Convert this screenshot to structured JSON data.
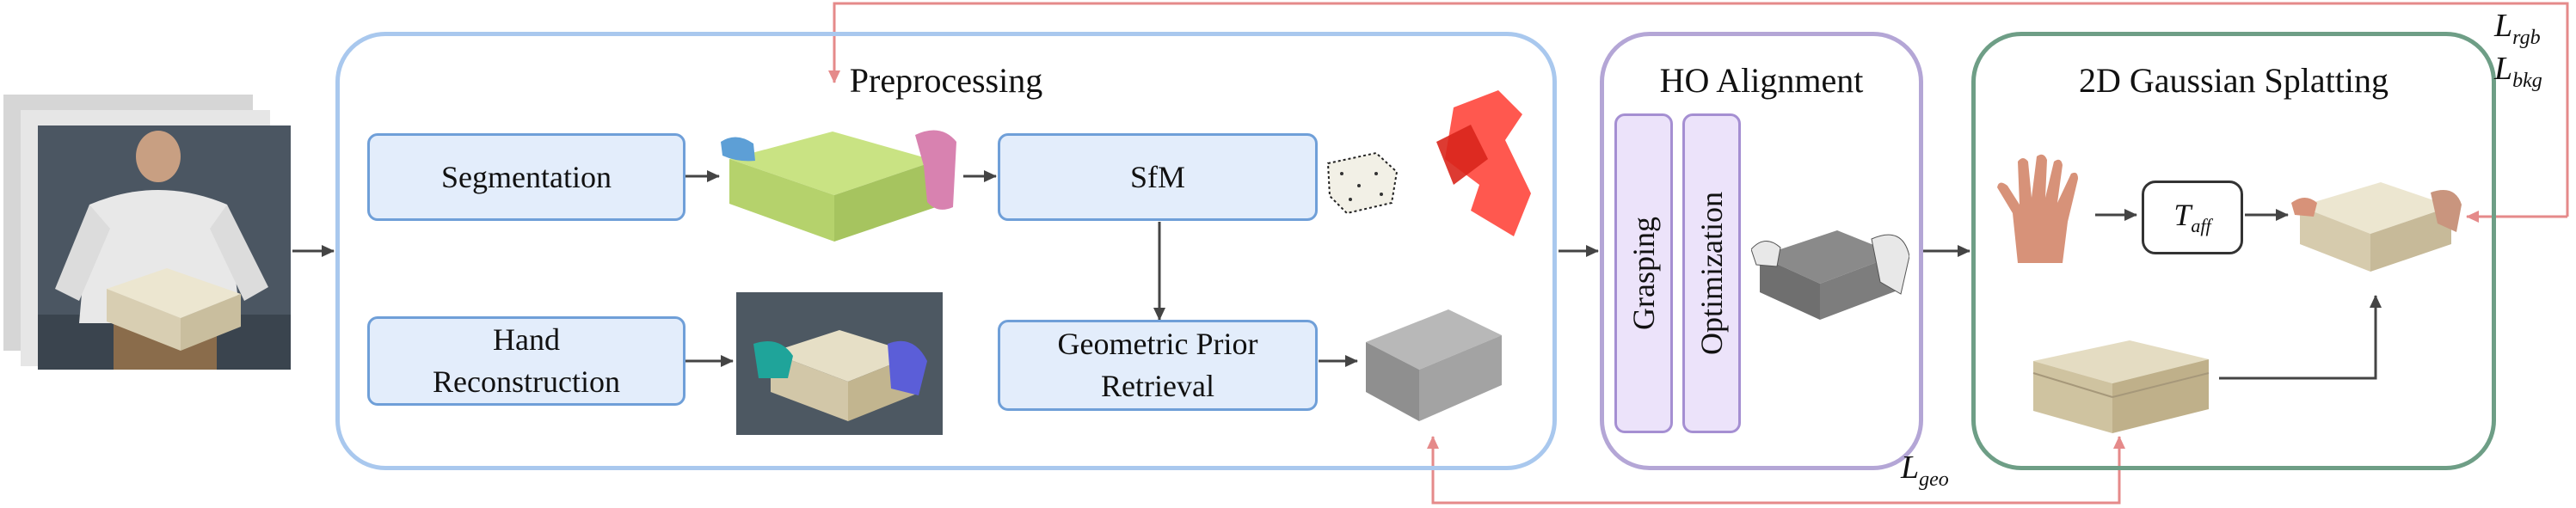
{
  "input_frames": {
    "name": "input video frames"
  },
  "preprocessing": {
    "title": "Preprocessing",
    "segmentation": "Segmentation",
    "sfm": "SfM",
    "hand_reconstruction": [
      "Hand",
      "Reconstruction"
    ],
    "geometric_prior": [
      "Geometric Prior",
      "Retrieval"
    ]
  },
  "ho_alignment": {
    "title": "HO Alignment",
    "grasping": "Grasping",
    "optimization": "Optimization"
  },
  "gaussian": {
    "title": "2D Gaussian Splatting",
    "t_aff": {
      "symbol": "T",
      "sub": "aff"
    }
  },
  "losses": {
    "rgb": {
      "symbol": "L",
      "sub": "rgb"
    },
    "bkg": {
      "symbol": "L",
      "sub": "bkg"
    },
    "geo": {
      "symbol": "L",
      "sub": "geo"
    }
  },
  "colors": {
    "preprocessing_border": "#a9c8ee",
    "ho_border": "#b4a6d6",
    "gaussian_border": "#6e9e86",
    "module_fill": "#e3edfb",
    "module_border": "#6f9fd8",
    "vertical_fill": "#ece3fa",
    "vertical_border": "#a58fd2",
    "loss_line": "#e58a8a",
    "arrow": "#444444"
  }
}
